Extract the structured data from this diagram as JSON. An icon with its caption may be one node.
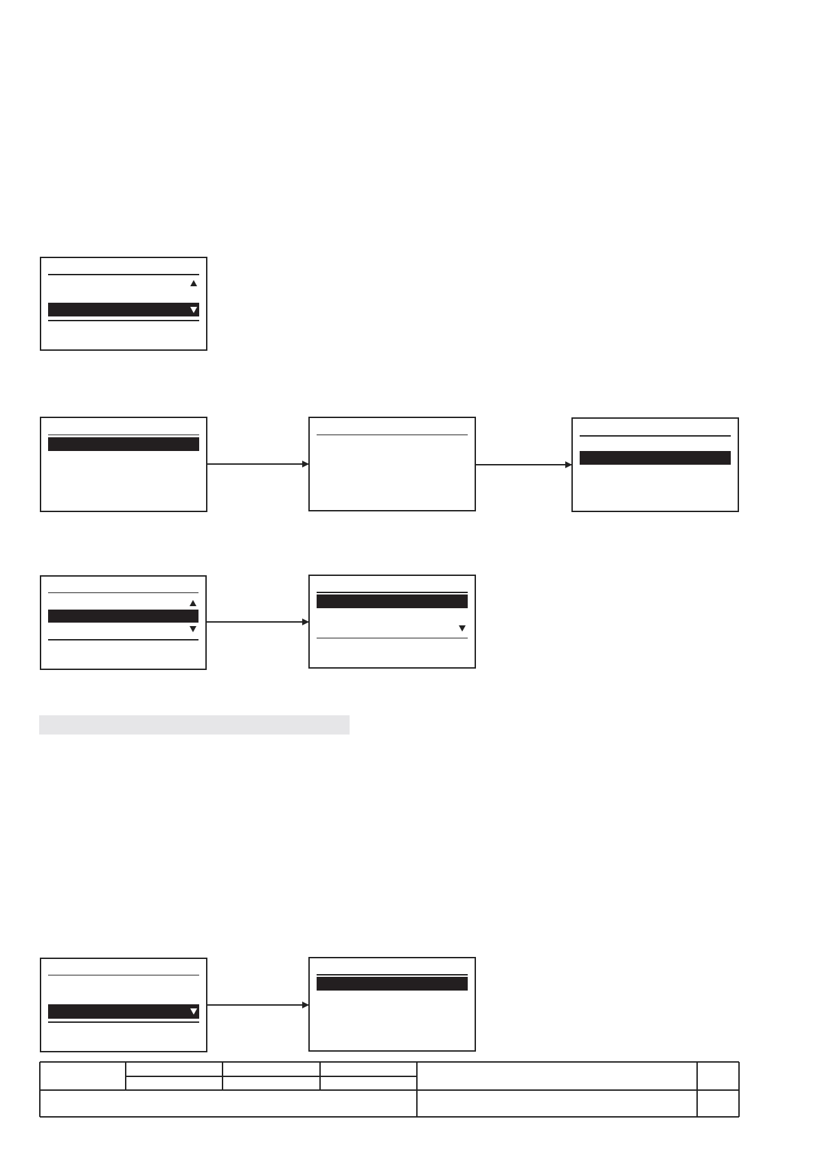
{
  "diagram": {
    "nodes": [
      {
        "text": [],
        "shape": "box"
      },
      {
        "text": [],
        "shape": "box"
      },
      {
        "text": [],
        "shape": "box"
      },
      {
        "text": [],
        "shape": "box"
      },
      {
        "text": [],
        "shape": "box"
      },
      {
        "text": [],
        "shape": "box"
      },
      {
        "text": [],
        "shape": "box"
      },
      {
        "text": [],
        "shape": "box"
      },
      {
        "text": [],
        "shape": "bar"
      }
    ],
    "edges": [
      {
        "from": 1,
        "to": 2,
        "arrow": "to"
      },
      {
        "from": 2,
        "to": 3,
        "arrow": "to"
      },
      {
        "from": 4,
        "to": 5,
        "arrow": "to"
      },
      {
        "from": 6,
        "to": 7,
        "arrow": "to"
      }
    ]
  }
}
